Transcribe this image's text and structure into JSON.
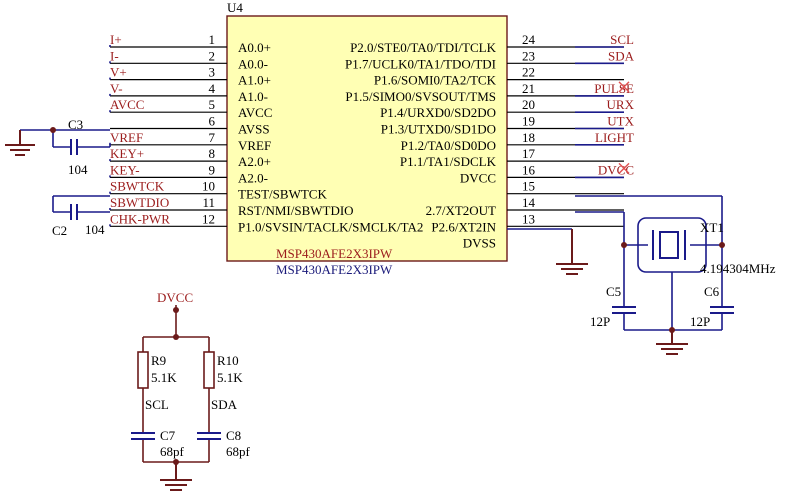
{
  "chip": {
    "designator": "U4",
    "part_red": "MSP430AFE2X3IPW",
    "part_blue": "MSP430AFE2X3IPW",
    "fill_color": "#ffffb4",
    "left_pins": [
      {
        "num": "1",
        "name": "A0.0+",
        "net": "I+"
      },
      {
        "num": "2",
        "name": "A0.0-",
        "net": "I-"
      },
      {
        "num": "3",
        "name": "A1.0+",
        "net": "V+"
      },
      {
        "num": "4",
        "name": "A1.0-",
        "net": "V-"
      },
      {
        "num": "5",
        "name": "AVCC",
        "net": "AVCC"
      },
      {
        "num": "6",
        "name": "AVSS",
        "net": ""
      },
      {
        "num": "7",
        "name": "VREF",
        "net": "VREF"
      },
      {
        "num": "8",
        "name": "A2.0+",
        "net": "KEY+"
      },
      {
        "num": "9",
        "name": "A2.0-",
        "net": "KEY-"
      },
      {
        "num": "10",
        "name": "TEST/SBWTCK",
        "net": "SBWTCK"
      },
      {
        "num": "11",
        "name": "RST/NMI/SBWTDIO",
        "net": "SBWTDIO"
      },
      {
        "num": "12",
        "name": "P1.0/SVSIN/TACLK/SMCLK/TA2",
        "net": "CHK-PWR"
      }
    ],
    "right_pins": [
      {
        "num": "24",
        "name": "P2.0/STE0/TA0/TDI/TCLK",
        "net": "SCL"
      },
      {
        "num": "23",
        "name": "P1.7/UCLK0/TA1/TDO/TDI",
        "net": "SDA"
      },
      {
        "num": "22",
        "name": "P1.6/SOMI0/TA2/TCK",
        "net": ""
      },
      {
        "num": "21",
        "name": "P1.5/SIMO0/SVSOUT/TMS",
        "net": "PULSE"
      },
      {
        "num": "20",
        "name": "P1.4/URXD0/SD2DO",
        "net": "URX"
      },
      {
        "num": "19",
        "name": "P1.3/UTXD0/SD1DO",
        "net": "UTX"
      },
      {
        "num": "18",
        "name": "P1.2/TA0/SD0DO",
        "net": "LIGHT"
      },
      {
        "num": "17",
        "name": "P1.1/TA1/SDCLK",
        "net": ""
      },
      {
        "num": "16",
        "name": "DVCC",
        "net": "DVCC"
      },
      {
        "num": "15",
        "name": "",
        "net": ""
      },
      {
        "num": "14",
        "name": "2.7/XT2OUT",
        "net": ""
      },
      {
        "num": "13",
        "name": "P2.6/XT2IN",
        "net": ""
      },
      {
        "num": "",
        "name": "DVSS",
        "net": ""
      }
    ]
  },
  "components": {
    "c3": {
      "ref": "C3",
      "value": "104"
    },
    "c2": {
      "ref": "C2",
      "value": "104"
    },
    "c5": {
      "ref": "C5",
      "value": "12P"
    },
    "c6": {
      "ref": "C6",
      "value": "12P"
    },
    "xt1": {
      "ref": "XT1",
      "value": "4.194304MHz"
    },
    "r9": {
      "ref": "R9",
      "value": "5.1K",
      "net": "SCL"
    },
    "r10": {
      "ref": "R10",
      "value": "5.1K",
      "net": "SDA"
    },
    "c7": {
      "ref": "C7",
      "value": "68pf"
    },
    "c8": {
      "ref": "C8",
      "value": "68pf"
    },
    "pullup_net": "DVCC"
  },
  "colors": {
    "wire": "#1a1a8a",
    "net_label": "#9b1c1c",
    "no_connect": "#e05050",
    "chip_fill": "#ffffb4"
  }
}
